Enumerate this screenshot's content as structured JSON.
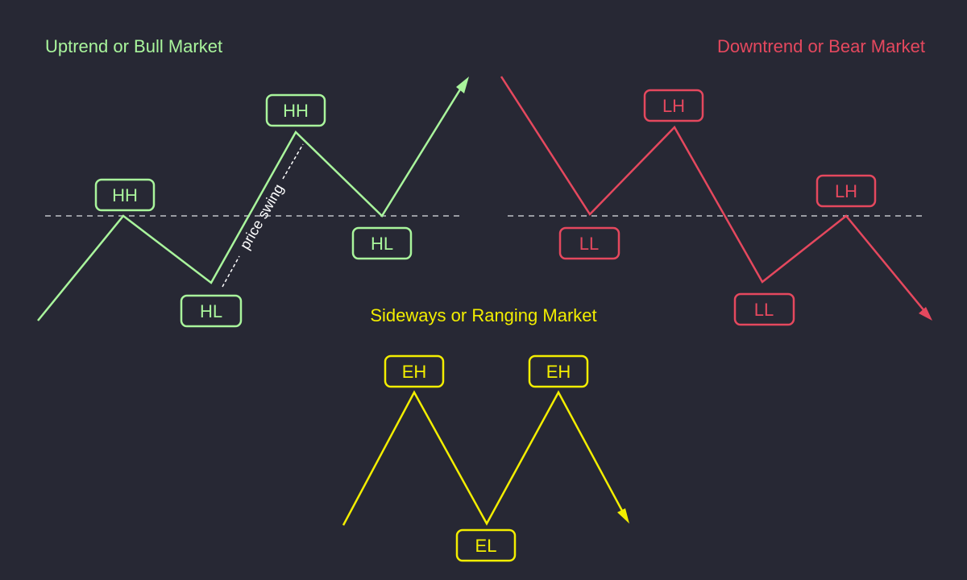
{
  "colors": {
    "background": "#272834",
    "uptrend": "#a9f59c",
    "downtrend": "#e5485e",
    "sideways": "#f3ee00",
    "dashed_line": "#9a9ca3",
    "annotation": "#ffffff"
  },
  "uptrend": {
    "title": "Uptrend or Bull Market",
    "labels": {
      "hh_first": "HH",
      "hl_first": "HL",
      "hh_second": "HH",
      "hl_second": "HL"
    },
    "annotation": "price swing"
  },
  "downtrend": {
    "title": "Downtrend or Bear Market",
    "labels": {
      "lh_first": "LH",
      "ll_first": "LL",
      "lh_second": "LH",
      "ll_second": "LL"
    }
  },
  "sideways": {
    "title": "Sideways or Ranging Market",
    "labels": {
      "eh_first": "EH",
      "el": "EL",
      "eh_second": "EH"
    }
  }
}
